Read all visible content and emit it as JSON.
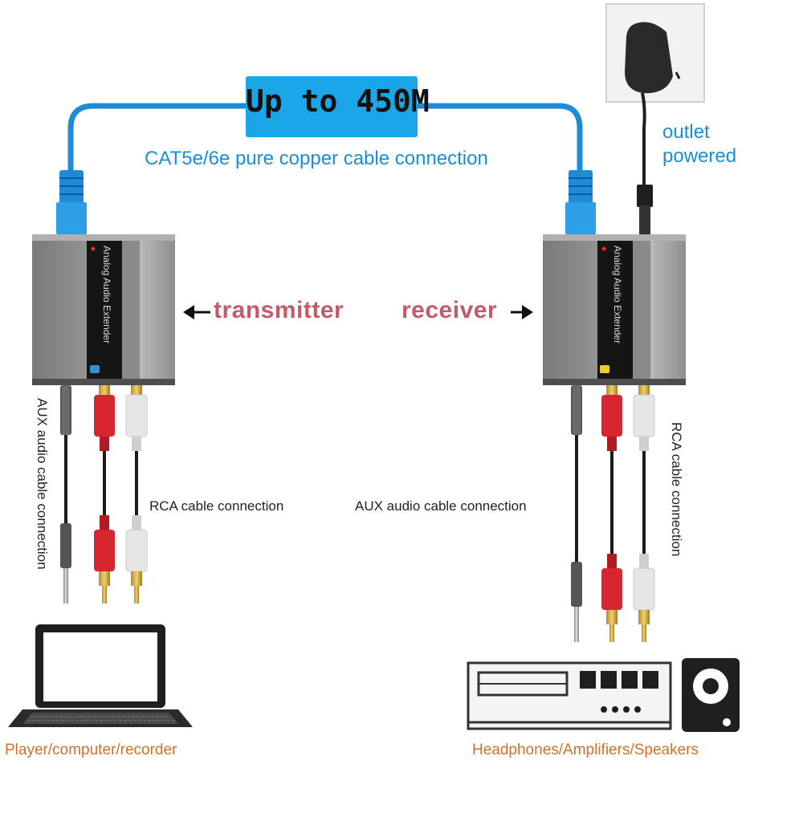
{
  "speed_label": "Up to 450M",
  "cable_label": "CAT5e/6e pure copper cable connection",
  "outlet_label": [
    "outlet",
    "powered"
  ],
  "transmitter": {
    "role_label": "transmitter",
    "panel_text": "Analog Audio Extender",
    "aux_label": "AUX audio cable connection",
    "rca_label": "RCA cable connection",
    "device_caption": "Player/computer/recorder"
  },
  "receiver": {
    "role_label": "receiver",
    "panel_text": "Analog Audio Extender",
    "aux_label": "AUX audio cable connection",
    "rca_label": "RCA cable connection",
    "device_caption": "Headphones/Amplifiers/Speakers"
  },
  "colors": {
    "network_cable": "#1e8ad8",
    "speed_box": "#1aa6e8",
    "role_text": "#c45a68",
    "caption_text": "#d0702a",
    "rca_red": "#d8262e",
    "rca_white": "#e6e6e6",
    "device_body": "#6e6e6e"
  },
  "icons": [
    "power-adapter-icon",
    "rj45-plug-icon",
    "rca-plug-icon",
    "aux-plug-icon",
    "laptop-icon",
    "amplifier-icon",
    "speaker-icon",
    "arrow-left-icon",
    "arrow-right-icon"
  ]
}
